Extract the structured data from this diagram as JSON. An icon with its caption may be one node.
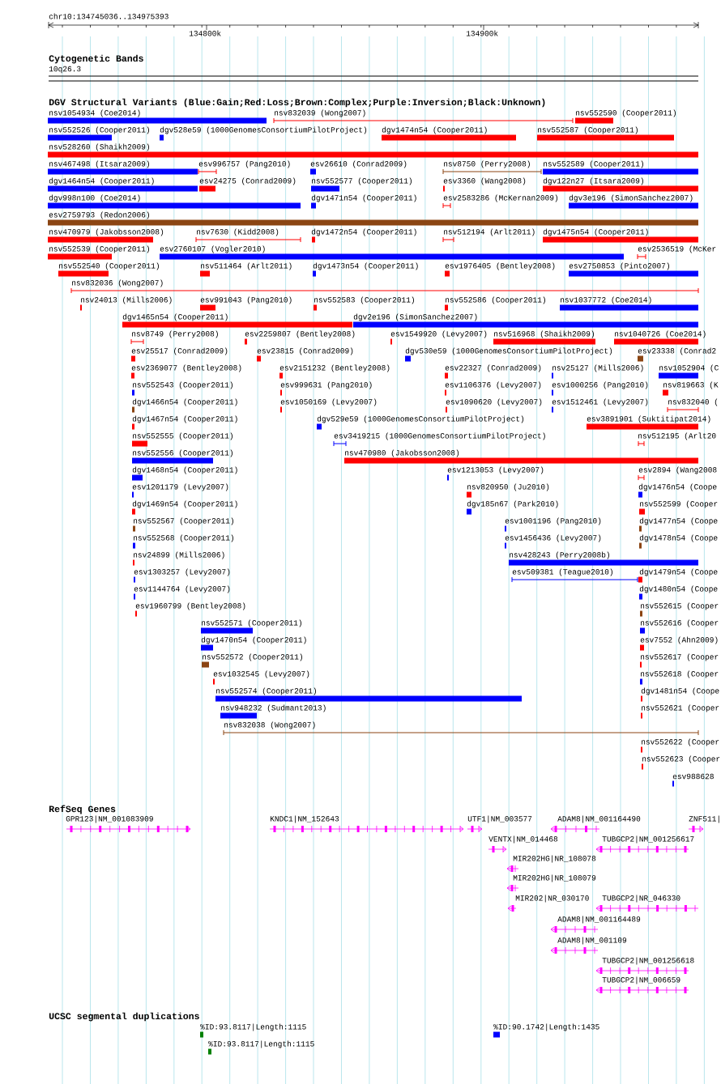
{
  "diagram": {
    "labels": [
      "chr10:134745036..134975393",
      "134800k",
      "134900k",
      "Cytogenetic Bands",
      "10q26.3",
      "DGV Structural Variants (Blue:Gain;Red:Loss;Brown:Complex;Purple:Inversion;Black:Unknown)",
      "nsv1054934 (Coe2014)",
      "nsv832039 (Wong2007)",
      "nsv552590 (Cooper2011)",
      "nsv552526 (Cooper2011)",
      "dgv528e59 (1000GenomesConsortiumPilotProject)",
      "dgv1474n54 (Cooper2011)",
      "nsv552587 (Cooper2011)",
      "nsv528260 (Shaikh2009)",
      "nsv467498 (Itsara2009)",
      "esv996757 (Pang2010)",
      "esv26610 (Conrad2009)",
      "nsv8750 (Perry2008)",
      "nsv552589 (Cooper2011)",
      "dgv1464n54 (Cooper2011)",
      "esv24275 (Conrad2009)",
      "nsv552577 (Cooper2011)",
      "esv3360 (Wang2008)",
      "dgv122n27 (Itsara2009)",
      "dgv998n100 (Coe2014)",
      "dgv1471n54 (Cooper2011)",
      "esv2583286 (McKernan2009)",
      "dgv3e196 (SimonSanchez2007)",
      "esv2759793 (Redon2006)",
      "nsv470979 (Jakobsson2008)",
      "nsv7630 (Kidd2008)",
      "dgv1472n54 (Cooper2011)",
      "nsv512194 (Arlt2011)",
      "dgv1475n54 (Cooper2011)",
      "nsv552539 (Cooper2011)",
      "esv2760107 (Vogler2010)",
      "esv2536519 (McKer",
      "nsv552540 (Cooper2011)",
      "nsv511464 (Arlt2011)",
      "dgv1473n54 (Cooper2011)",
      "esv1976405 (Bentley2008)",
      "esv2750853 (Pinto2007)",
      "nsv832036 (Wong2007)",
      "nsv24013 (Mills2006)",
      "esv991043 (Pang2010)",
      "nsv552583 (Cooper2011)",
      "nsv552586 (Cooper2011)",
      "nsv1037772 (Coe2014)",
      "dgv1465n54 (Cooper2011)",
      "dgv2e196 (SimonSanchez2007)",
      "nsv8749 (Perry2008)",
      "esv2259807 (Bentley2008)",
      "esv1549920 (Levy2007)",
      "nsv516968 (Shaikh2009)",
      "nsv1040726 (Coe2014)",
      "esv25517 (Conrad2009)",
      "esv23815 (Conrad2009)",
      "dgv530e59 (1000GenomesConsortiumPilotProject)",
      "esv23338 (Conrad2",
      "esv2369077 (Bentley2008)",
      "esv2151232 (Bentley2008)",
      "esv22327 (Conrad2009)",
      "nsv25127 (Mills2006)",
      "nsv1052904 (C",
      "nsv552543 (Cooper2011)",
      "esv999631 (Pang2010)",
      "esv1106376 (Levy2007)",
      "esv1000256 (Pang2010)",
      "nsv819663 (K",
      "dgv1466n54 (Cooper2011)",
      "esv1050169 (Levy2007)",
      "esv1090620 (Levy2007)",
      "esv1512461 (Levy2007)",
      "nsv832040 (",
      "dgv1467n54 (Cooper2011)",
      "dgv529e59 (1000GenomesConsortiumPilotProject)",
      "esv3891901 (Suktitipat2014)",
      "nsv552555 (Cooper2011)",
      "esv3419215 (1000GenomesConsortiumPilotProject)",
      "nsv512195 (Arlt20",
      "nsv552556 (Cooper2011)",
      "nsv470980 (Jakobsson2008)",
      "dgv1468n54 (Cooper2011)",
      "esv1213053 (Levy2007)",
      "esv2894 (Wang2008",
      "esv1201179 (Levy2007)",
      "nsv820950 (Ju2010)",
      "dgv1476n54 (Coope",
      "dgv1469n54 (Cooper2011)",
      "dgv185n67 (Park2010)",
      "nsv552599 (Cooper",
      "nsv552567 (Cooper2011)",
      "esv1001196 (Pang2010)",
      "dgv1477n54 (Coope",
      "nsv552568 (Cooper2011)",
      "esv1456436 (Levy2007)",
      "dgv1478n54 (Coope",
      "nsv24899 (Mills2006)",
      "nsv428243 (Perry2008b)",
      "esv1303257 (Levy2007)",
      "esv509381 (Teague2010)",
      "dgv1479n54 (Coope",
      "esv1144764 (Levy2007)",
      "dgv1480n54 (Coope",
      "esv1960799 (Bentley2008)",
      "nsv552615 (Cooper",
      "nsv552571 (Cooper2011)",
      "nsv552616 (Cooper",
      "dgv1470n54 (Cooper2011)",
      "esv7552 (Ahn2009)",
      "nsv552572 (Cooper2011)",
      "nsv552617 (Cooper",
      "esv1032545 (Levy2007)",
      "nsv552618 (Cooper",
      "nsv552574 (Cooper2011)",
      "dgv1481n54 (Coope",
      "nsv948232 (Sudmant2013)",
      "nsv552621 (Cooper",
      "nsv832038 (Wong2007)",
      "nsv552622 (Cooper",
      "nsv552623 (Cooper",
      "esv988628",
      "RefSeq Genes",
      "GPR123|NM_001083909",
      "KNDC1|NM_152643",
      "UTF1|NM_003577",
      "ADAM8|NM_001164490",
      "ZNF511|",
      "VENTX|NM_014468",
      "TUBGCP2|NM_001256617",
      "MIR202HG|NR_108078",
      "MIR202HG|NR_108079",
      "MIR202|NR_030170",
      "TUBGCP2|NR_046330",
      "ADAM8|NM_001164489",
      "ADAM8|NM_001109",
      "TUBGCP2|NM_001256618",
      "TUBGCP2|NM_006659",
      "UCSC segmental duplications",
      "%ID:93.8117|Length:1115",
      "%ID:90.1742|Length:1435",
      "%ID:93.8117|Length:1115"
    ]
  }
}
